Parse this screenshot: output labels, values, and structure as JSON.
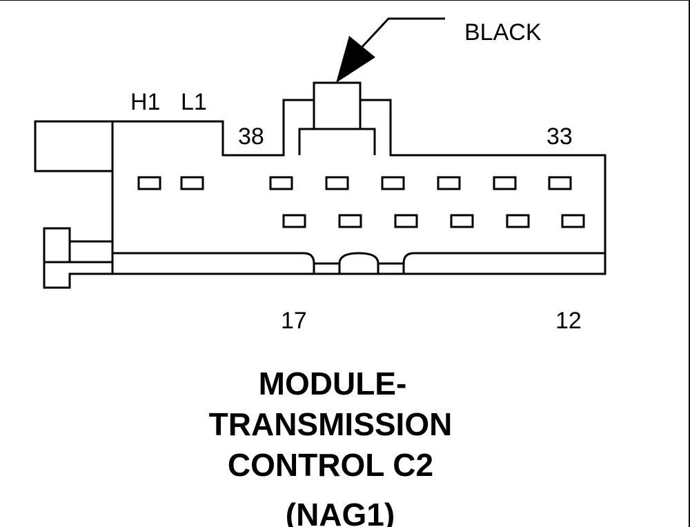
{
  "connector": {
    "color_label": "BLACK",
    "pin_labels": {
      "h1": "H1",
      "l1": "L1",
      "p38": "38",
      "p33": "33",
      "p17": "17",
      "p12": "12"
    }
  },
  "title": {
    "line1": "MODULE-",
    "line2": "TRANSMISSION",
    "line3": "CONTROL C2",
    "line4": "(NAG1)"
  }
}
